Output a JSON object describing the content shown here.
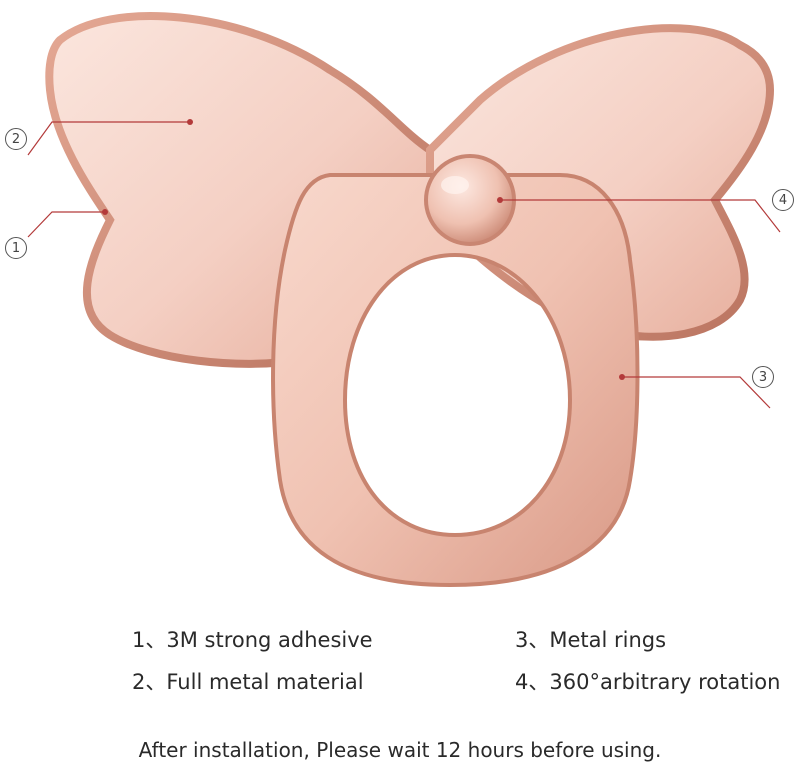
{
  "callouts": [
    "1",
    "2",
    "3",
    "4"
  ],
  "features": [
    {
      "number": "1、",
      "text": "3M strong adhesive"
    },
    {
      "number": "2、",
      "text": "Full metal material"
    },
    {
      "number": "3、",
      "text": "Metal rings"
    },
    {
      "number": "4、",
      "text": "360°arbitrary rotation"
    }
  ],
  "footer_note": "After installation, Please wait 12 hours before using.",
  "colors": {
    "rose_gold_light": "#f9dcd2",
    "rose_gold_mid": "#e8b4a4",
    "rose_gold_dark": "#c98672",
    "callout_line": "#b33a3a"
  }
}
